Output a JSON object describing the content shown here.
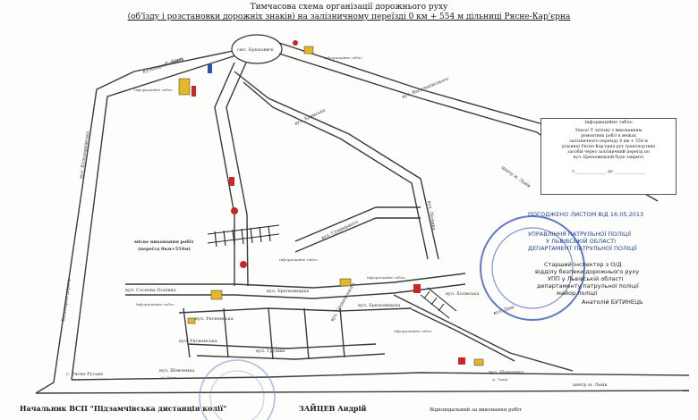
{
  "title": "Тимчасова схема організації дорожнього руху",
  "subtitle": "(об'їзду і розстановки дорожніх знаків) на залізничному переїзді 0 км + 554 м дільниці Рясне-Кар'єрна",
  "labels": {
    "roundabout": "смт. Брюховичі",
    "road_kuliarna": "Кульпарна дорога",
    "road_korsy": "К. Бори",
    "street_kuliarivska": "вул. Кульпарківська",
    "street_vasylkivskoho": "вул. Васильківського",
    "street_kholmska": "вул. Холмська",
    "street_lyesnyka": "вул. Лісника",
    "street_syuch": "вул. Сущицького",
    "street_sosnova": "вул. Соснова Попівка",
    "street_brykovskyi": "вул. Брюховицька",
    "street_ryasnenska": "вул. Рясненська",
    "street_ryasnenska2": "вул. Рясненська",
    "street_brykovskyi2": "вул. Брюховицька",
    "street_hrushka": "вул. Грушка",
    "street_hrushevskoho": "вул. Грушевського",
    "street_danylo": "вул. Дані",
    "street_kolmska2": "вул. Холмська",
    "street_shevchenka": "вул. Шевченка",
    "street_shevchenka2": "вул. Шевченка",
    "lviv1": "м. Львів",
    "lviv2": "м. Львів",
    "village": "с. Рясне Руське",
    "direction_lviv": "центр м. Львів",
    "direction_lviv2": "центр м. Львів",
    "work_place": "місце виконання робіт",
    "work_place2": "(переїзд 0км+554м)",
    "info_board": "Інформаційне табло",
    "info_board2": "Інформаційне табло",
    "info_board3": "Інформаційне табло",
    "info_board4": "Інформаційне табло",
    "info_board5": "Інформаційне табло",
    "info_board6": "Інформаційне табло"
  },
  "info_panel": {
    "heading": "Інформаційне табло",
    "line1": "Увага! У зв'язку з виконанням",
    "line2": "ремонтних робіт в межах",
    "line3": "залізничного переїзду 0 км + 554 м",
    "line4": "дільниці Рясне-Кар'єрна рух транспортних",
    "line5": "засобів через залізничний переїзд по",
    "line6": "вул. Брюховицькій буде закрито",
    "line7": "з _______________ до _______________"
  },
  "stamp": {
    "line1": "ПОГОДЖЕНО ЛИСТОМ ВІД 16.05.2013",
    "line2": "УПРАВЛІННЯ ПАТРУЛЬНОЇ ПОЛІЦІЇ",
    "line3": "У ЛЬВІВСЬКІЙ ОБЛАСТІ",
    "line4": "ДЕПАРТАМЕНТ ПАТРУЛЬНОЇ ПОЛІЦІЇ",
    "line5": "Старший інспектор з О/Д",
    "line6": "відділу безпеки дорожнього руху",
    "line7": "УПП у Львівській області",
    "line8": "департаменту патрульної поліції",
    "line9": "майор поліції",
    "line10": "Анатолій БУТИНЕЦЬ"
  },
  "footer": {
    "left": "Начальник ВСП \"Підзамчівська дистанція колії\"",
    "middle": "ЗАЙЦЕВ Андрій",
    "right_title": "Відповідальний за виконання робіт"
  },
  "colors": {
    "stamp_blue": "#2b4fb3",
    "sign_red": "#c62828",
    "sign_yellow": "#e2b82a"
  }
}
